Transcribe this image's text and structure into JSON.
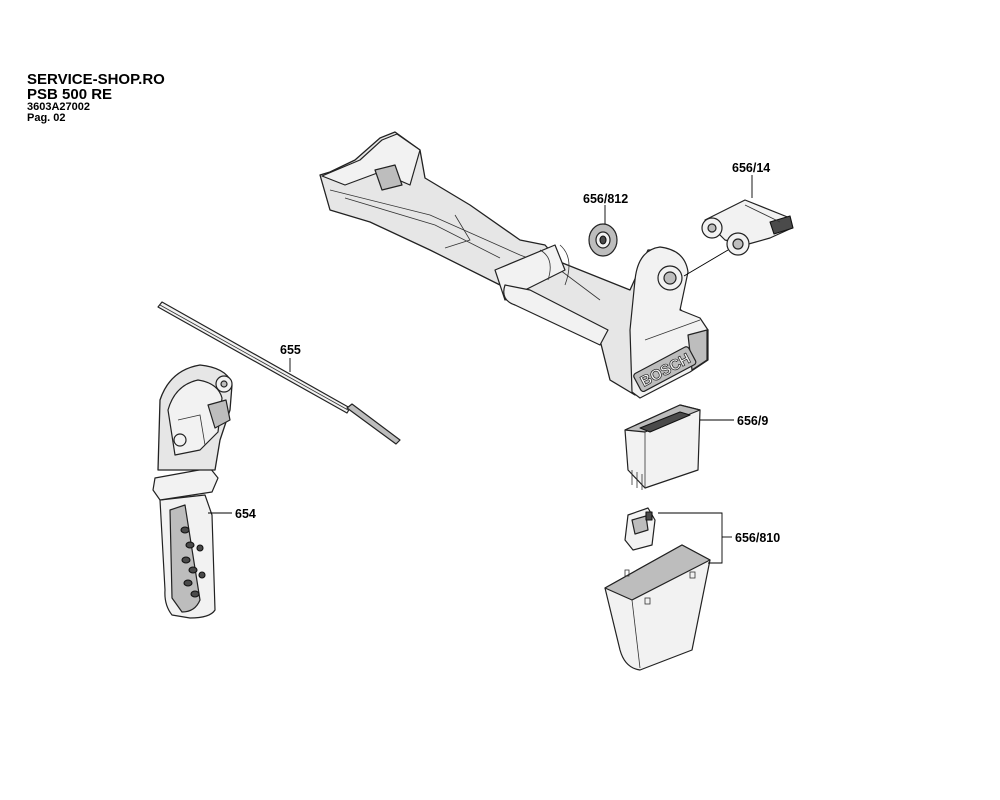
{
  "header": {
    "shop": "SERVICE-SHOP.RO",
    "model": "PSB 500 RE",
    "code": "3603A27002",
    "page": "Pag. 02"
  },
  "parts": [
    {
      "id": "656_812",
      "label": "656/812"
    },
    {
      "id": "656_14",
      "label": "656/14"
    },
    {
      "id": "655",
      "label": "655"
    },
    {
      "id": "656_9",
      "label": "656/9"
    },
    {
      "id": "654",
      "label": "654"
    },
    {
      "id": "656_810",
      "label": "656/810"
    }
  ],
  "brand_text": "BOSCH"
}
